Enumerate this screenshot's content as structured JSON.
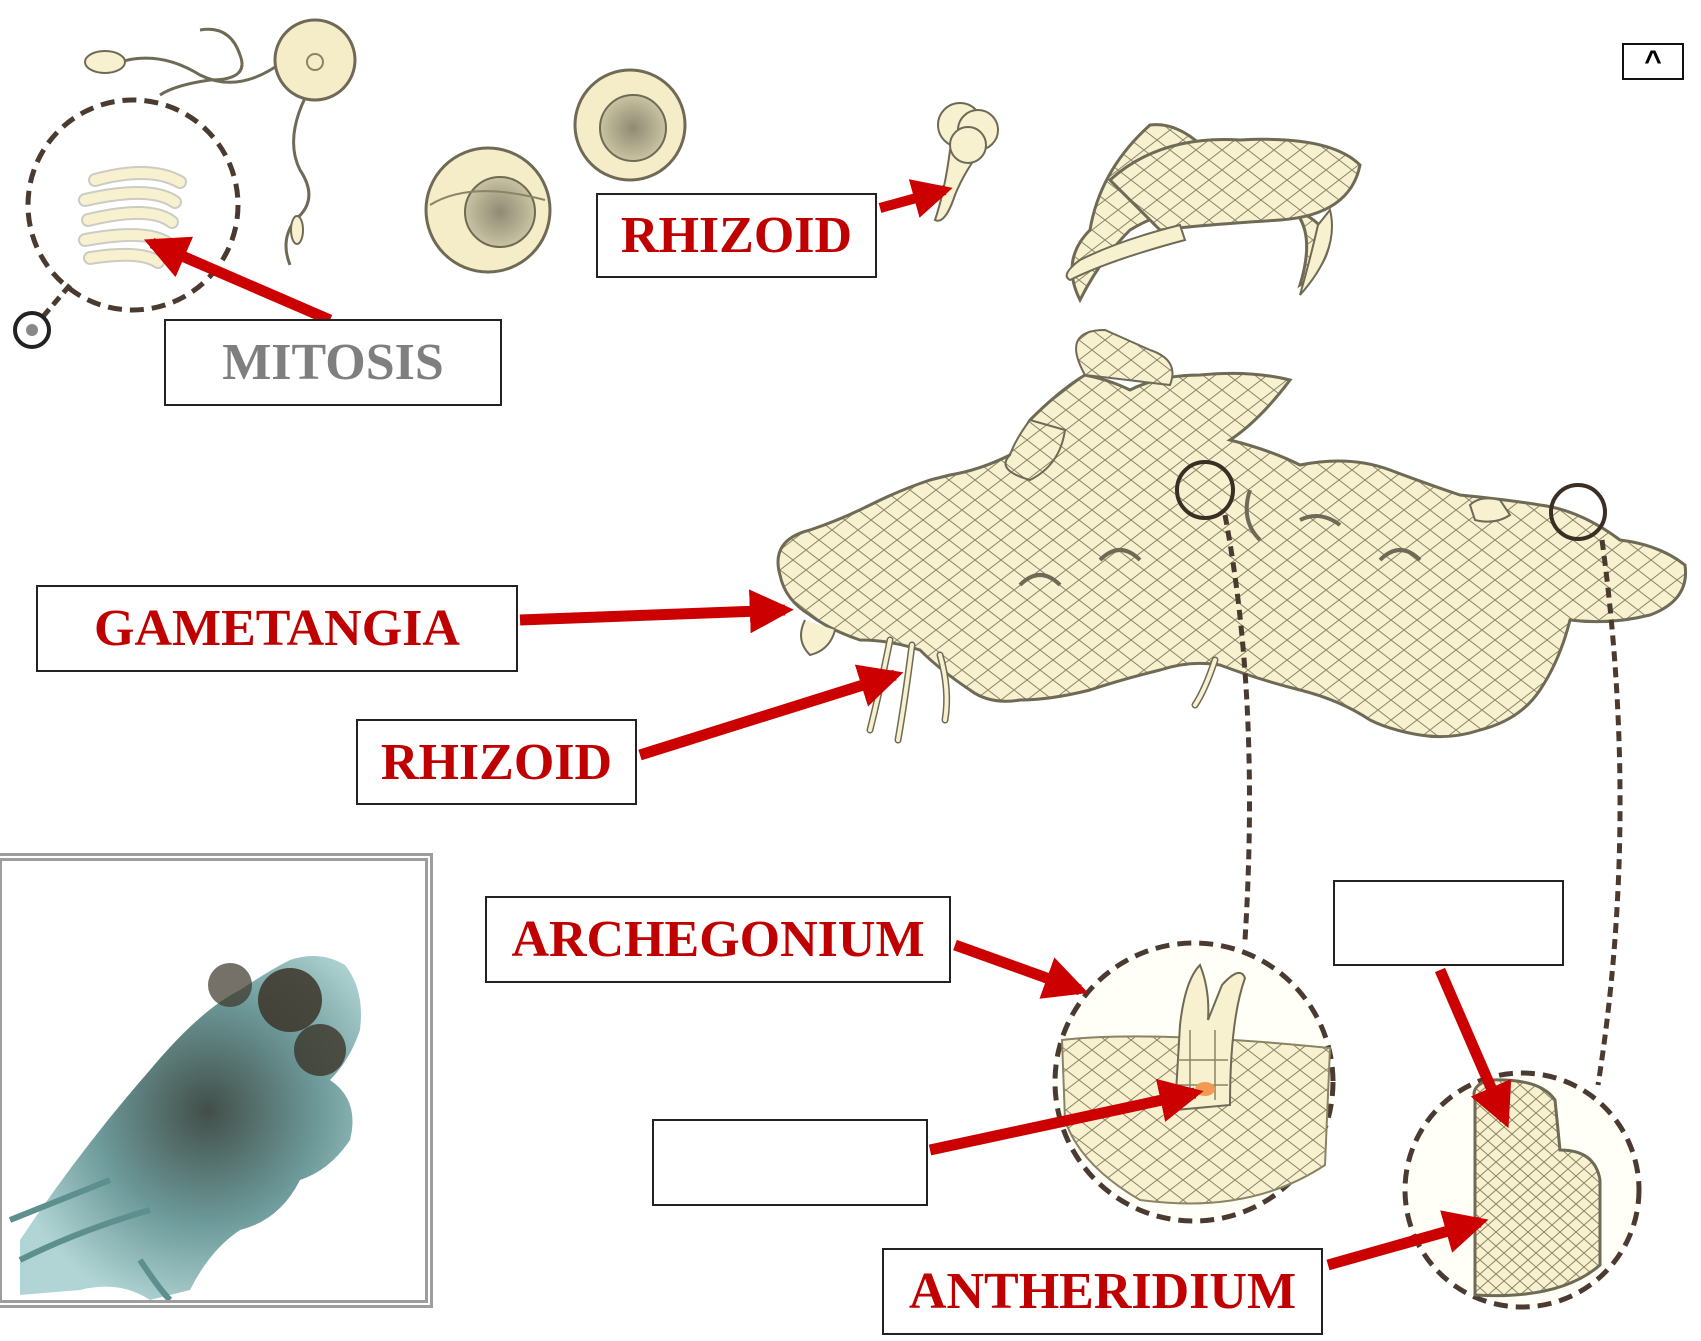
{
  "nav": {
    "up_label": "^"
  },
  "labels": {
    "mitosis": "MITOSIS",
    "rhizoid_top": "RHIZOID",
    "gametangia": "GAMETANGIA",
    "rhizoid_mid": "RHIZOID",
    "archegonium": "ARCHEGONIUM",
    "antheridium": "ANTHERIDIUM",
    "blank_egg": "",
    "blank_sperm": ""
  },
  "colors": {
    "arrow": "#cc0000",
    "label_text": "#c00000",
    "mitosis_text": "#7f7f7f",
    "cell_fill": "#f7f1cf",
    "cell_outline": "#6e6a55",
    "dashed_link": "#4a3a30",
    "photo_tissue": "#7fb5b6",
    "photo_dark": "#2e2a22"
  }
}
